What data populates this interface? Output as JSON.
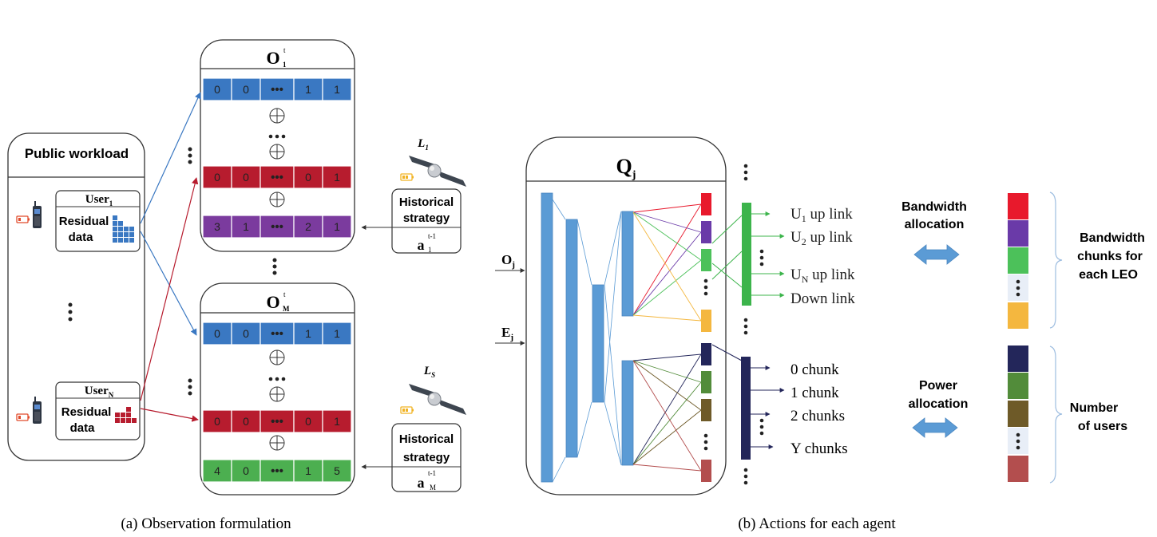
{
  "left": {
    "caption": "(a) Observation formulation",
    "public_workload": {
      "title": "Public workload",
      "user1": {
        "label": "User",
        "sub": "1",
        "data_label_1": "Residual",
        "data_label_2": "data"
      },
      "userN": {
        "label": "User",
        "sub": "N",
        "data_label_1": "Residual",
        "data_label_2": "data"
      }
    },
    "obs1": {
      "title": "O",
      "sup": "t",
      "sub": "1",
      "rows": [
        {
          "values": [
            "0",
            "0",
            "•••",
            "1",
            "1"
          ],
          "color": "#3a78c2"
        },
        {
          "values": [
            "0",
            "0",
            "•••",
            "0",
            "1"
          ],
          "color": "#b71c2e"
        },
        {
          "values": [
            "3",
            "1",
            "•••",
            "2",
            "1"
          ],
          "color": "#7b3b9e"
        }
      ]
    },
    "obsM": {
      "title": "O",
      "sup": "t",
      "sub": "M",
      "rows": [
        {
          "values": [
            "0",
            "0",
            "•••",
            "1",
            "1"
          ],
          "color": "#3a78c2"
        },
        {
          "values": [
            "0",
            "0",
            "•••",
            "0",
            "1"
          ],
          "color": "#b71c2e"
        },
        {
          "values": [
            "4",
            "0",
            "•••",
            "1",
            "5"
          ],
          "color": "#4caf50"
        }
      ]
    },
    "sat1": {
      "name": "L",
      "sub": "1",
      "hist_1": "Historical",
      "hist_2": "strategy",
      "a": "a",
      "a_sup": "t-1",
      "a_sub": "1"
    },
    "satS": {
      "name": "L",
      "sub": "S",
      "hist_1": "Historical",
      "hist_2": "strategy",
      "a": "a",
      "a_sup": "t-1",
      "a_sub": "M"
    }
  },
  "right": {
    "caption": "(b) Actions for each agent",
    "q": {
      "title": "Q",
      "sub": "j"
    },
    "inputs": [
      {
        "label": "O",
        "sub": "j"
      },
      {
        "label": "E",
        "sub": "j"
      }
    ],
    "band_out_colors": [
      "#e8192c",
      "#6a3aa8",
      "#4cc15a",
      "#f4b73f"
    ],
    "power_out_colors": [
      "#23265a",
      "#528c3a",
      "#6e5a28",
      "#b34e4e"
    ],
    "links": [
      {
        "u": "U",
        "sub": "1",
        "rest": " up link"
      },
      {
        "u": "U",
        "sub": "2",
        "rest": " up link"
      },
      {
        "u": "U",
        "sub": "N",
        "rest": " up link"
      },
      {
        "u": "Down link",
        "sub": "",
        "rest": ""
      }
    ],
    "chunks": [
      "0 chunk",
      "1 chunk",
      "2 chunks",
      "Y chunks"
    ],
    "bandwidth_alloc": [
      "Bandwidth",
      "allocation"
    ],
    "power_alloc": [
      "Power",
      "allocation"
    ],
    "bandwidth_chunks": [
      "Bandwidth",
      "chunks for",
      "each LEO"
    ],
    "num_users": [
      "Number",
      "of users"
    ],
    "legend_band_colors": [
      "#e8192c",
      "#6a3aa8",
      "#4cc15a",
      "#f4b73f"
    ],
    "legend_power_colors": [
      "#23265a",
      "#528c3a",
      "#6e5a28",
      "#b34e4e"
    ]
  }
}
